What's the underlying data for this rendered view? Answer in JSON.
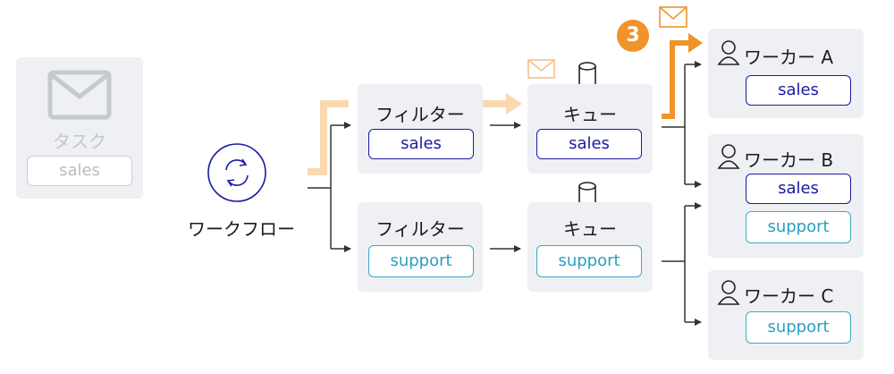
{
  "task": {
    "title": "タスク",
    "tag": "sales"
  },
  "workflow": {
    "label": "ワークフロー"
  },
  "filters": [
    {
      "title": "フィルター",
      "tag": "sales"
    },
    {
      "title": "フィルター",
      "tag": "support"
    }
  ],
  "queues": [
    {
      "title": "キュー",
      "tag": "sales"
    },
    {
      "title": "キュー",
      "tag": "support"
    }
  ],
  "workers": [
    {
      "title": "ワーカー A",
      "tags": [
        "sales"
      ]
    },
    {
      "title": "ワーカー B",
      "tags": [
        "sales",
        "support"
      ]
    },
    {
      "title": "ワーカー C",
      "tags": [
        "support"
      ]
    }
  ],
  "step_badge": "3",
  "colors": {
    "orange": "#f0932b",
    "orange_light": "#fbd9b0",
    "sales": "#1a1aa6",
    "support": "#3aa8c8",
    "box_bg": "#eef0f3"
  }
}
